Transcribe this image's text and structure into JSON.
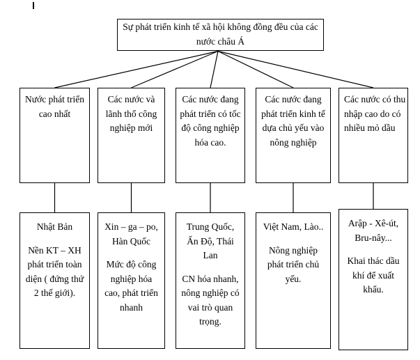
{
  "page": {
    "background_color": "#ffffff",
    "text_color": "#000000",
    "line_color": "#000000",
    "cursor_mark": "|"
  },
  "diagram": {
    "root_label": "Sự phát triển kinh tế xã hội không đồng đều của các nước châu Á",
    "branches": [
      {
        "category": "Nước phát triển cao nhất",
        "countries": "Nhật Bản",
        "description": "Nền KT – XH phát triển toàn diện ( đứng thứ 2 thế giới)."
      },
      {
        "category": "Các nước và lãnh thổ công nghiệp mới",
        "countries": "Xin – ga – po, Hàn Quốc",
        "description": "Mức độ công nghiệp hóa cao, phát triển nhanh"
      },
      {
        "category": "Các nước đang phát triển có tốc độ công nghiệp hóa cao.",
        "countries": "Trung Quốc, Ấn Độ, Thái Lan",
        "description": "CN hóa nhanh, nông nghiệp có vai trò quan trọng."
      },
      {
        "category": "Các nước đang phát triển kinh tế dựa chủ yếu vào nông nghiệp",
        "countries": "Việt Nam, Lào..",
        "description": "Nông nghiệp phát triển chủ yếu."
      },
      {
        "category": "Các nước có thu nhập cao do có nhiều mỏ dầu",
        "countries": "Arập - Xê-út, Bru-nây...",
        "description": "Khai thác dầu khí để xuất khẩu."
      }
    ]
  }
}
